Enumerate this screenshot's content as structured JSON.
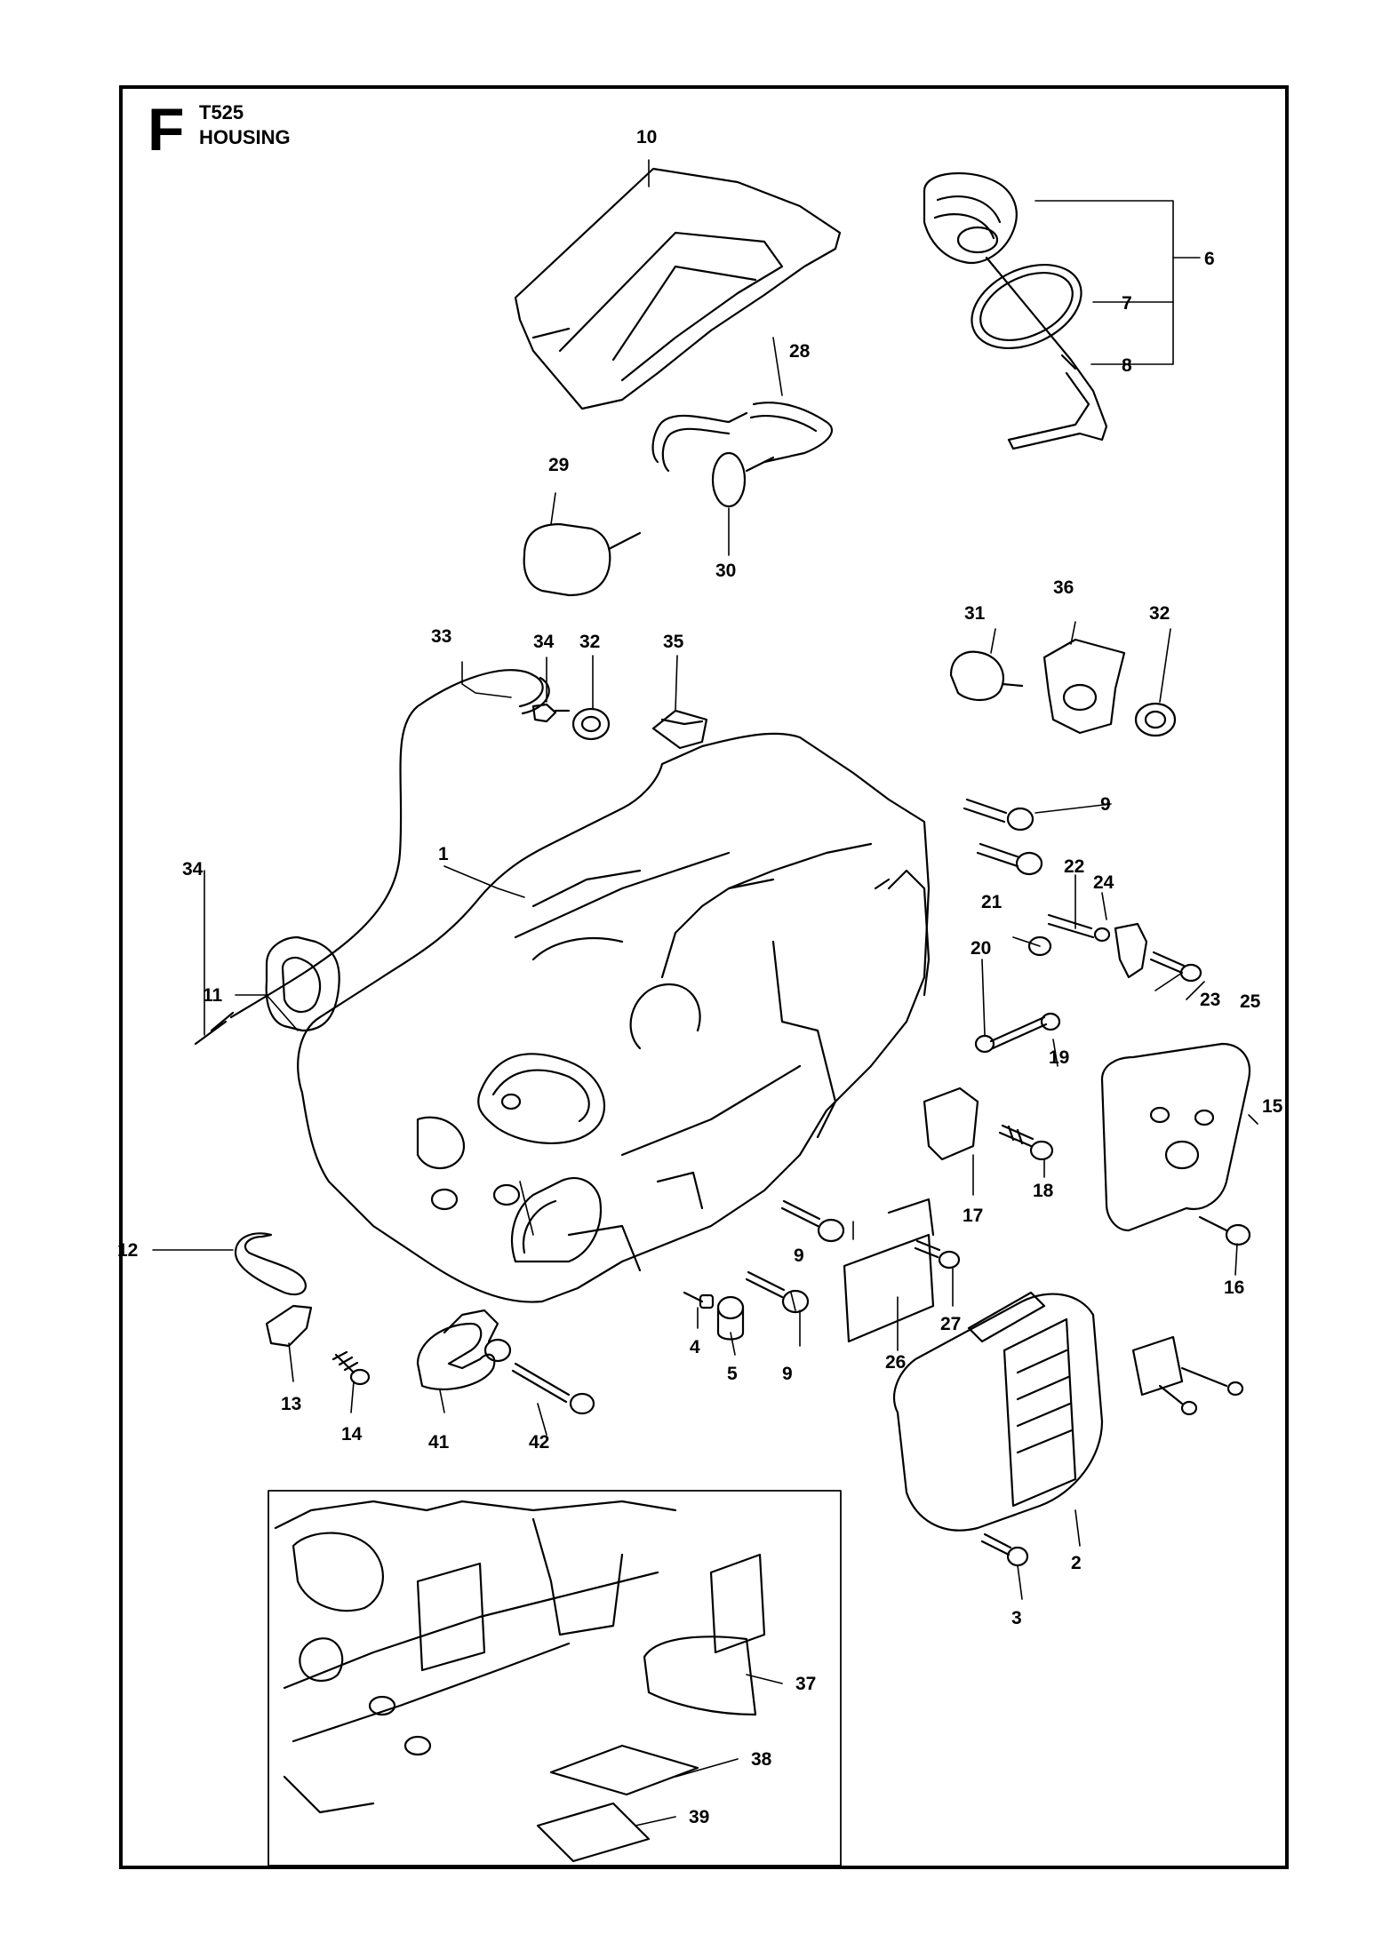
{
  "header": {
    "section": "F",
    "model": "T525",
    "title": "HOUSING"
  },
  "callouts": {
    "c1": "1",
    "c2": "2",
    "c3": "3",
    "c4": "4",
    "c5": "5",
    "c6": "6",
    "c7": "7",
    "c8": "8",
    "c9a": "9",
    "c9b": "9",
    "c9c": "9",
    "c10": "10",
    "c11": "11",
    "c12": "12",
    "c13": "13",
    "c14": "14",
    "c15": "15",
    "c16": "16",
    "c17": "17",
    "c18": "18",
    "c19": "19",
    "c20": "20",
    "c21": "21",
    "c22": "22",
    "c23": "23",
    "c24": "24",
    "c25": "25",
    "c26": "26",
    "c27": "27",
    "c28": "28",
    "c29": "29",
    "c30": "30",
    "c31": "31",
    "c32a": "32",
    "c32b": "32",
    "c33": "33",
    "c34a": "34",
    "c34b": "34",
    "c35": "35",
    "c36": "36",
    "c37": "37",
    "c38": "38",
    "c39": "39",
    "c41": "41",
    "c42": "42"
  }
}
